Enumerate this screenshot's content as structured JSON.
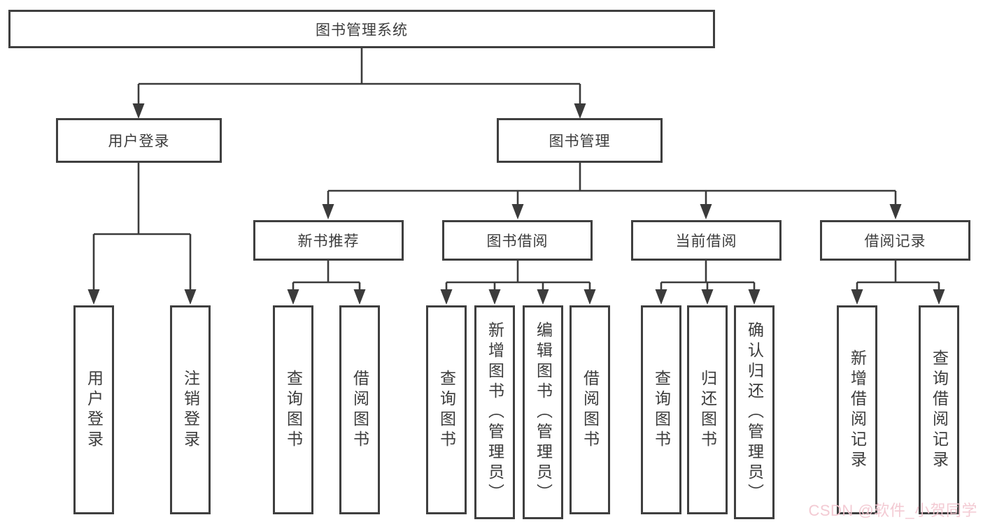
{
  "diagram": {
    "root": {
      "label": "图书管理系统"
    },
    "branches": [
      {
        "label": "用户登录"
      },
      {
        "label": "图书管理"
      }
    ],
    "login_children": [
      {
        "label": "用户登录"
      },
      {
        "label": "注销登录"
      }
    ],
    "sections": [
      {
        "label": "新书推荐",
        "children": [
          {
            "label": "查询图书"
          },
          {
            "label": "借阅图书"
          }
        ]
      },
      {
        "label": "图书借阅",
        "children": [
          {
            "label": "查询图书"
          },
          {
            "label": "新增图书（管理员）"
          },
          {
            "label": "编辑图书（管理员）"
          },
          {
            "label": "借阅图书"
          }
        ]
      },
      {
        "label": "当前借阅",
        "children": [
          {
            "label": "查询图书"
          },
          {
            "label": "归还图书"
          },
          {
            "label": "确认归还（管理员）"
          }
        ]
      },
      {
        "label": "借阅记录",
        "children": [
          {
            "label": "新增借阅记录"
          },
          {
            "label": "查询借阅记录"
          }
        ]
      }
    ]
  },
  "watermark": {
    "text": "CSDN @软件_小贺同学"
  },
  "colors": {
    "line": "#3b3b3b",
    "box_border": "#3f3f3f",
    "text": "#3c3c3c",
    "background": "#ffffff",
    "watermark": "#f2c6cf"
  }
}
